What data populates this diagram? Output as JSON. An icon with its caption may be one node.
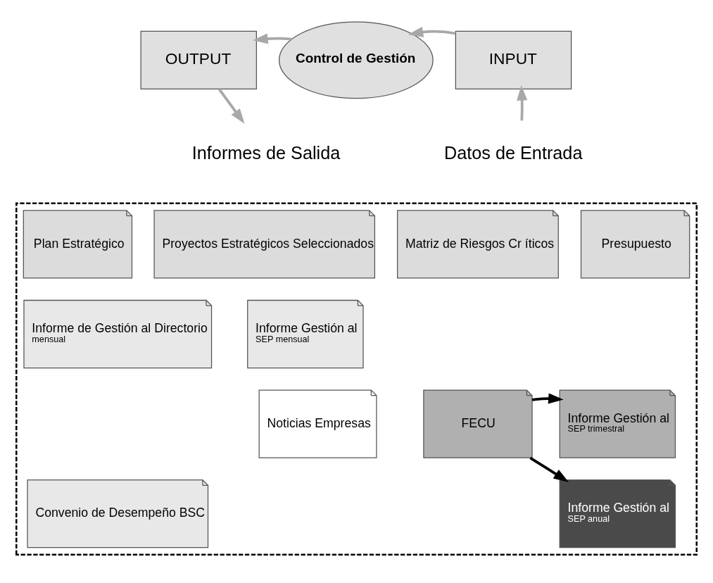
{
  "diagram": {
    "nodes": [
      {
        "text": [
          "OUTPUT"
        ]
      },
      {
        "text": [
          "Control de Gestión"
        ]
      },
      {
        "text": [
          "INPUT"
        ]
      },
      {
        "text": [
          "Informes de Salida"
        ]
      },
      {
        "text": [
          "Datos de Entrada"
        ]
      },
      {
        "text": [],
        "shape": "box"
      },
      {
        "text": [
          "Plan Estratégico"
        ],
        "in": 5
      },
      {
        "text": [
          "Proyectos Estratégicos Seleccionados"
        ],
        "in": 5
      },
      {
        "text": [
          "Matriz de Riesgos Cr íticos"
        ],
        "in": 5
      },
      {
        "text": [
          "Presupuesto"
        ],
        "in": 5
      },
      {
        "text": [
          "Informe de Gestión al Directorio",
          "mensual"
        ],
        "in": 5
      },
      {
        "text": [
          "Informe Gestión al",
          "SEP mensual"
        ],
        "in": 5
      },
      {
        "text": [
          "Noticias Empresas"
        ],
        "in": 5
      },
      {
        "text": [
          "FECU"
        ],
        "in": 5
      },
      {
        "text": [
          "Informe Gestión al",
          "SEP trimestral"
        ],
        "in": 5
      },
      {
        "text": [
          "Convenio de Desempeño BSC"
        ],
        "in": 5
      },
      {
        "text": [
          "Informe Gestión al",
          "SEP anual"
        ],
        "in": 5
      }
    ],
    "edges": [
      {
        "from": 2,
        "to": 1,
        "arrow": "to"
      },
      {
        "from": 1,
        "to": 0,
        "arrow": "to"
      },
      {
        "from": 0,
        "to": 3,
        "arrow": "to"
      },
      {
        "from": 4,
        "to": 2,
        "arrow": "to"
      },
      {
        "from": 13,
        "to": 14,
        "arrow": "to",
        "color": "#000000"
      },
      {
        "from": 13,
        "to": 16,
        "arrow": "to",
        "color": "#000000"
      }
    ]
  }
}
